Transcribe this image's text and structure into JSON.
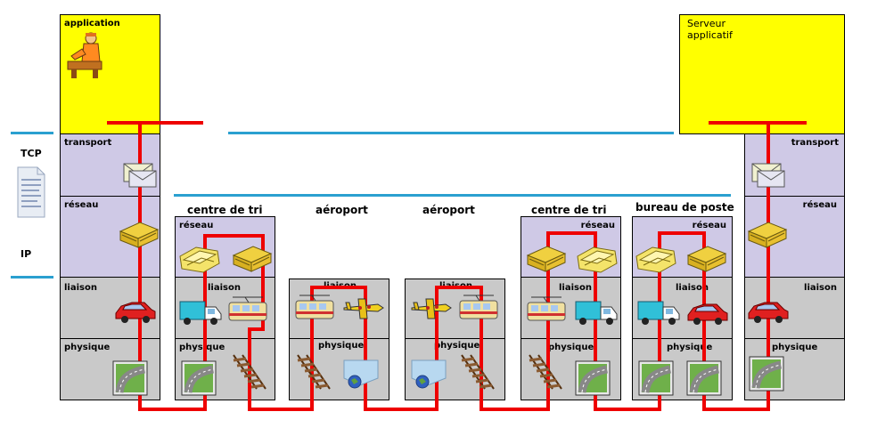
{
  "client": {
    "application": "application",
    "transport": "transport",
    "reseau": "réseau",
    "liaison": "liaison",
    "physique": "physique"
  },
  "server": {
    "title": "Serveur\napplicatif",
    "transport": "transport",
    "reseau": "réseau",
    "liaison": "liaison",
    "physique": "physique"
  },
  "side": {
    "tcp": "TCP",
    "ip": "IP"
  },
  "stations": [
    {
      "caption": "centre de tri",
      "upper": "réseau",
      "middle": "liaison",
      "lower": "physique"
    },
    {
      "caption": "aéroport",
      "middle": "liaison",
      "lower": "physique"
    },
    {
      "caption": "aéroport",
      "middle": "liaison",
      "lower": "physique"
    },
    {
      "caption": "centre de tri",
      "upper": "réseau",
      "middle": "liaison",
      "lower": "physique"
    },
    {
      "caption": "bureau de poste",
      "upper": "réseau",
      "middle": "liaison",
      "lower": "physique"
    }
  ],
  "colors": {
    "wire": "#ee0000",
    "divider": "#2aa0d0",
    "app": "#ffff00",
    "stack": "#cfc9e6",
    "relay": "#c9c9c9"
  }
}
